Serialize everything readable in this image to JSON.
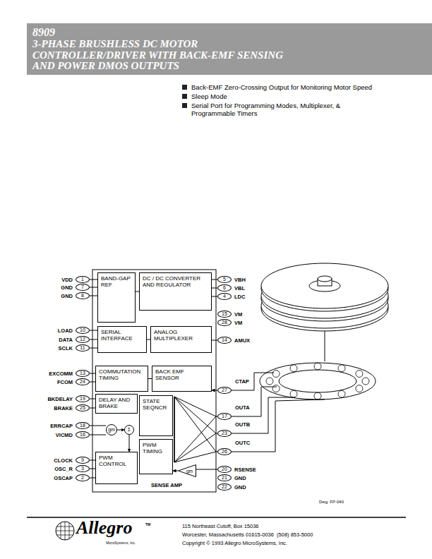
{
  "diagram": {
    "title": "3-PHASE BRUSHLESS DC MOTOR CONTROLLER/DRIVER WITH BACK-EMF SENSING AND POWER DMOS OUTPUTS",
    "nodes": [
      {
        "text": [
          "BAND-GAP REF"
        ]
      },
      {
        "text": [
          "DC / DC CONVERTER AND REGULATOR"
        ]
      },
      {
        "text": [
          "SERIAL INTERFACE"
        ]
      },
      {
        "text": [
          "ANALOG MULTIPLEXER"
        ]
      },
      {
        "text": [
          "COMMUTATION TIMING"
        ]
      },
      {
        "text": [
          "BACK EMF SENSOR"
        ]
      },
      {
        "text": [
          "DELAY AND BRAKE"
        ]
      },
      {
        "text": [
          "STATE SEQNCR"
        ]
      },
      {
        "text": [
          "PWM TIMING"
        ]
      },
      {
        "text": [
          "gm"
        ]
      },
      {
        "text": [
          "Σ"
        ]
      },
      {
        "text": [
          "PWM CONTROL"
        ]
      },
      {
        "text": [
          "gm"
        ]
      },
      {
        "text": [
          "1",
          "VDD"
        ]
      },
      {
        "text": [
          "7",
          "GND"
        ]
      },
      {
        "text": [
          "8",
          "GND"
        ]
      },
      {
        "text": [
          "5",
          "VBH"
        ]
      },
      {
        "text": [
          "6",
          "VBL"
        ]
      },
      {
        "text": [
          "4",
          "LDC"
        ]
      },
      {
        "text": [
          "15",
          "VM"
        ]
      },
      {
        "text": [
          "28",
          "VM"
        ]
      },
      {
        "text": [
          "10",
          "LOAD"
        ]
      },
      {
        "text": [
          "12",
          "DATA"
        ]
      },
      {
        "text": [
          "11",
          "SCLK"
        ]
      },
      {
        "text": [
          "14",
          "AMUX"
        ]
      },
      {
        "text": [
          "13",
          "EXCOMM"
        ]
      },
      {
        "text": [
          "24",
          "FCOM"
        ]
      },
      {
        "text": [
          "27",
          "CTAP"
        ]
      },
      {
        "text": [
          "19",
          "BKDELAY"
        ]
      },
      {
        "text": [
          "25",
          "BRAKE"
        ]
      },
      {
        "text": [
          "17",
          "OUTA"
        ]
      },
      {
        "text": [
          "18",
          "ERRCAP"
        ]
      },
      {
        "text": [
          "16",
          "VICMD"
        ]
      },
      {
        "text": [
          "23",
          "OUTB"
        ]
      },
      {
        "text": [
          "26",
          "OUTC"
        ]
      },
      {
        "text": [
          "9",
          "CLOCK"
        ]
      },
      {
        "text": [
          "3",
          "OSC_R"
        ]
      },
      {
        "text": [
          "20",
          "RSENSE"
        ]
      },
      {
        "text": [
          "2",
          "OSCAP"
        ]
      },
      {
        "text": [
          "21",
          "GND"
        ]
      },
      {
        "text": [
          "22",
          "GND"
        ]
      }
    ],
    "edges": [
      {
        "from": 13,
        "to": 0,
        "arrow": "none"
      },
      {
        "from": 14,
        "to": 0,
        "arrow": "none"
      },
      {
        "from": 15,
        "to": 0,
        "arrow": "none"
      },
      {
        "from": 0,
        "to": 1,
        "arrow": "none"
      },
      {
        "from": 1,
        "to": 16,
        "arrow": "none"
      },
      {
        "from": 1,
        "to": 17,
        "arrow": "none"
      },
      {
        "from": 1,
        "to": 18,
        "arrow": "none"
      },
      {
        "from": 21,
        "to": 2,
        "arrow": "none"
      },
      {
        "from": 22,
        "to": 2,
        "arrow": "none"
      },
      {
        "from": 23,
        "to": 2,
        "arrow": "none"
      },
      {
        "from": 2,
        "to": 3,
        "arrow": "none"
      },
      {
        "from": 3,
        "to": 24,
        "arrow": "none"
      },
      {
        "from": 25,
        "to": 4,
        "arrow": "none"
      },
      {
        "from": 26,
        "to": 4,
        "arrow": "none"
      },
      {
        "from": 4,
        "to": 5,
        "arrow": "none"
      },
      {
        "from": 27,
        "to": 5,
        "arrow": "to"
      },
      {
        "from": 28,
        "to": 6,
        "arrow": "none"
      },
      {
        "from": 29,
        "to": 6,
        "arrow": "none"
      },
      {
        "from": 31,
        "to": 9,
        "arrow": "none"
      },
      {
        "from": 32,
        "to": 9,
        "arrow": "none"
      },
      {
        "from": 9,
        "to": 10,
        "arrow": "to"
      },
      {
        "from": 10,
        "to": 11,
        "arrow": "to"
      },
      {
        "from": 35,
        "to": 11,
        "arrow": "none"
      },
      {
        "from": 36,
        "to": 11,
        "arrow": "none"
      },
      {
        "from": 38,
        "to": 11,
        "arrow": "none"
      },
      {
        "from": 37,
        "to": 12,
        "arrow": "none"
      },
      {
        "from": 12,
        "to": 8,
        "arrow": "to"
      }
    ],
    "labels": [
      "8909",
      "Back-EMF Zero-Crossing Output for Monitoring Motor Speed",
      "Sleep Mode",
      "Serial Port for Programming Modes, Multiplexer, & Programmable Timers",
      "SENSE AMP",
      "Dwg. FP-040",
      "Allegro",
      "TM",
      "MicroSystems, Inc.",
      "115 Northeast Cutoff, Box 15036",
      "Worcester, Massachusetts 01615-0036  (508) 853-5000",
      "Copyright © 1993 Allegro MicroSystems, Inc."
    ]
  }
}
